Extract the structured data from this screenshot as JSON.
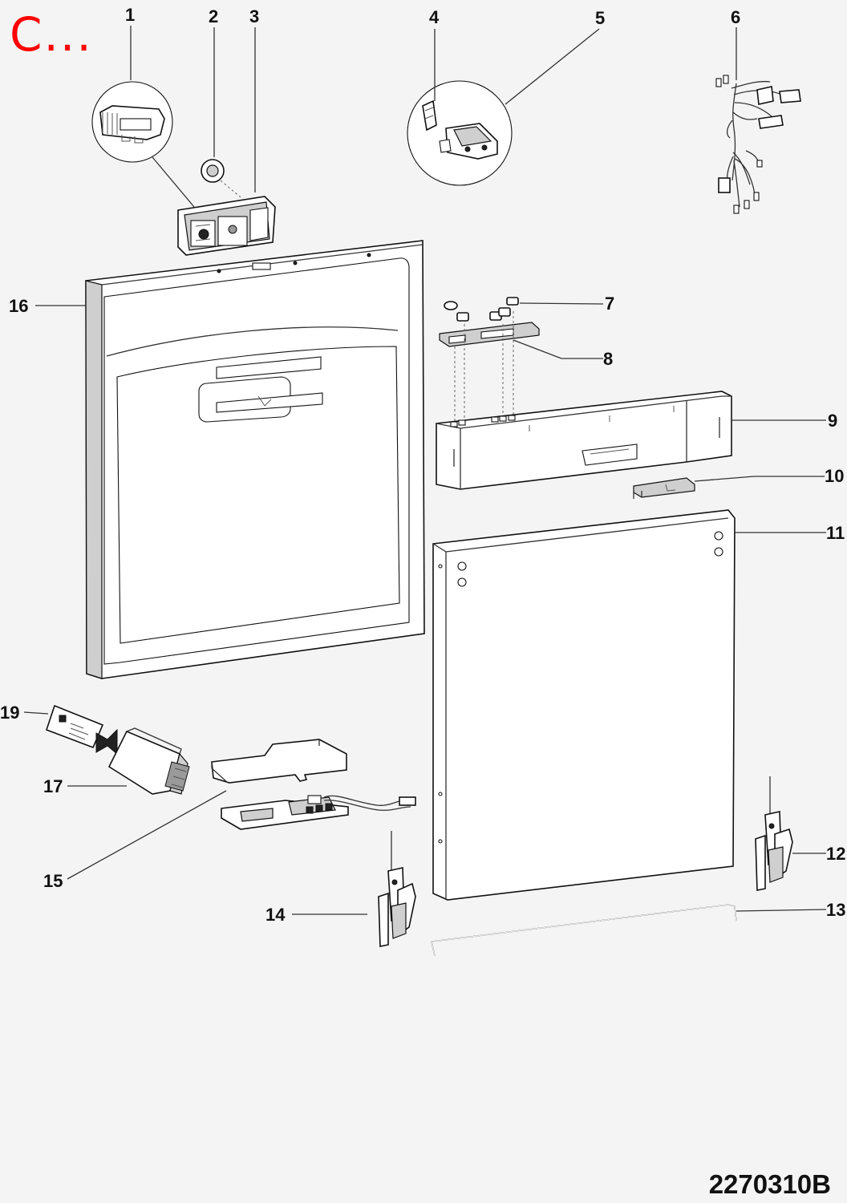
{
  "header": {
    "corner_mark": "C..."
  },
  "footer": {
    "document_id": "2270310B"
  },
  "callouts": {
    "c1": "1",
    "c2": "2",
    "c3": "3",
    "c4": "4",
    "c5": "5",
    "c6": "6",
    "c7": "7",
    "c8": "8",
    "c9": "9",
    "c10": "10",
    "c11": "11",
    "c12": "12",
    "c13": "13",
    "c14": "14",
    "c15": "15",
    "c16": "16",
    "c17": "17",
    "c19": "19"
  },
  "colors": {
    "corner_mark": "#ff0000",
    "line_art": "#111111",
    "background": "#f4f4f4"
  }
}
